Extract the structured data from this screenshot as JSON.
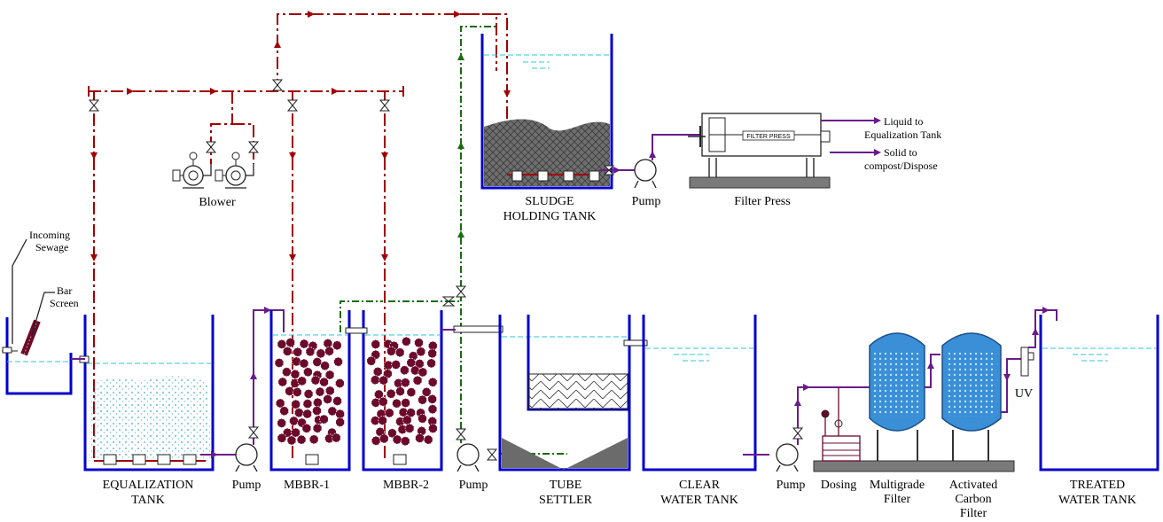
{
  "labels": {
    "incoming_sewage": [
      "Incoming",
      "Sewage"
    ],
    "bar_screen": [
      "Bar",
      "Screen"
    ],
    "blower": "Blower",
    "sludge_tank": [
      "SLUDGE",
      "HOLDING TANK"
    ],
    "pump": "Pump",
    "filter_press": "Filter Press",
    "filter_press_plate": "FILTER PRESS",
    "liquid_out": [
      "Liquid to",
      "Equalization Tank"
    ],
    "solid_out": [
      "Solid to",
      "compost/Dispose"
    ],
    "equalization_tank": [
      "EQUALIZATION",
      "TANK"
    ],
    "mbbr1": "MBBR-1",
    "mbbr2": "MBBR-2",
    "tube_settler": [
      "TUBE",
      "SETTLER"
    ],
    "clear_water_tank": [
      "CLEAR",
      "WATER TANK"
    ],
    "dosing": "Dosing",
    "multigrade_filter": [
      "Multigrade",
      "Filter"
    ],
    "activated_carbon_filter": [
      "Activated",
      "Carbon",
      "Filter"
    ],
    "uv": "UV",
    "treated_water_tank": [
      "TREATED",
      "WATER TANK"
    ]
  },
  "colors": {
    "tank": "#0000cc",
    "water_level": "#2fc4d8",
    "air_line": "#a00000",
    "sludge_line": "#1a6b12",
    "liquid_line": "#6a1b8a",
    "sludge_fill": "#6b6b6b",
    "media": "#6b0a2a",
    "filter_fill": "#3a8fd6"
  }
}
